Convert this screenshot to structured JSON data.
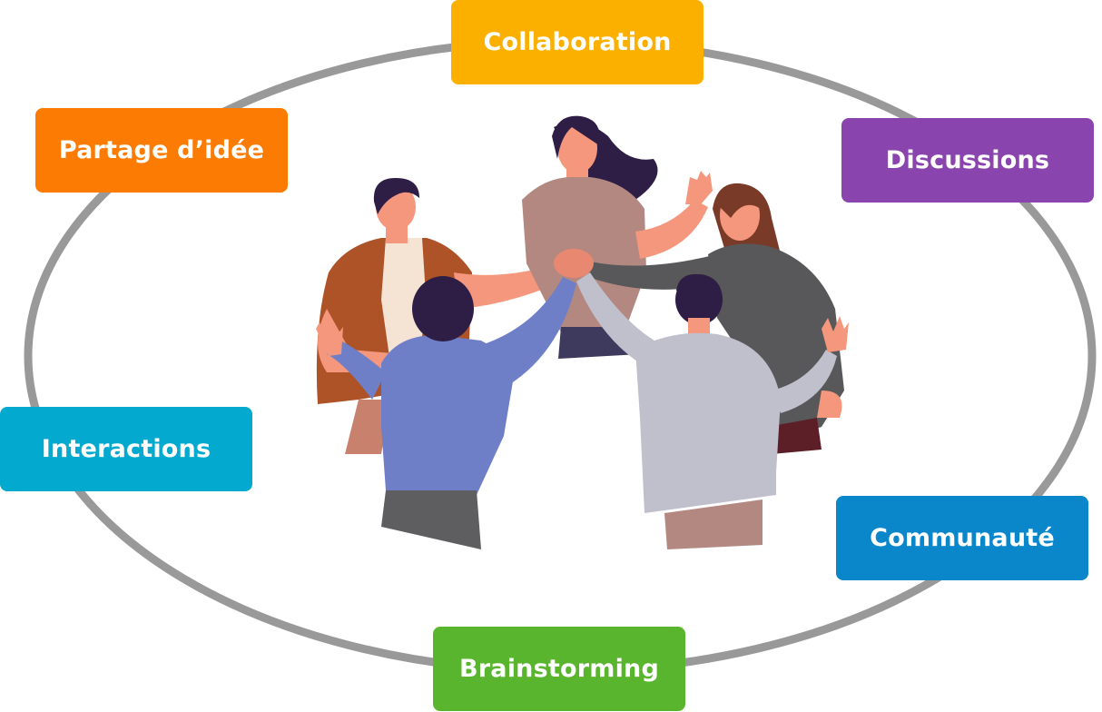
{
  "colors": {
    "ring": "#999999",
    "collaboration": "#FBB000",
    "partage": "#FC7B02",
    "discussions": "#8A44AE",
    "interactions": "#04A9CF",
    "communaute": "#0A86CB",
    "brainstorming": "#5AB52E"
  },
  "labels": {
    "collaboration": "Collaboration",
    "partage": "Partage d’idée",
    "discussions": "Discussions",
    "interactions": "Interactions",
    "communaute": "Communauté",
    "brainstorming": "Brainstorming"
  },
  "illustration": {
    "people_count": 5,
    "icon": "team-hands-together-icon"
  }
}
